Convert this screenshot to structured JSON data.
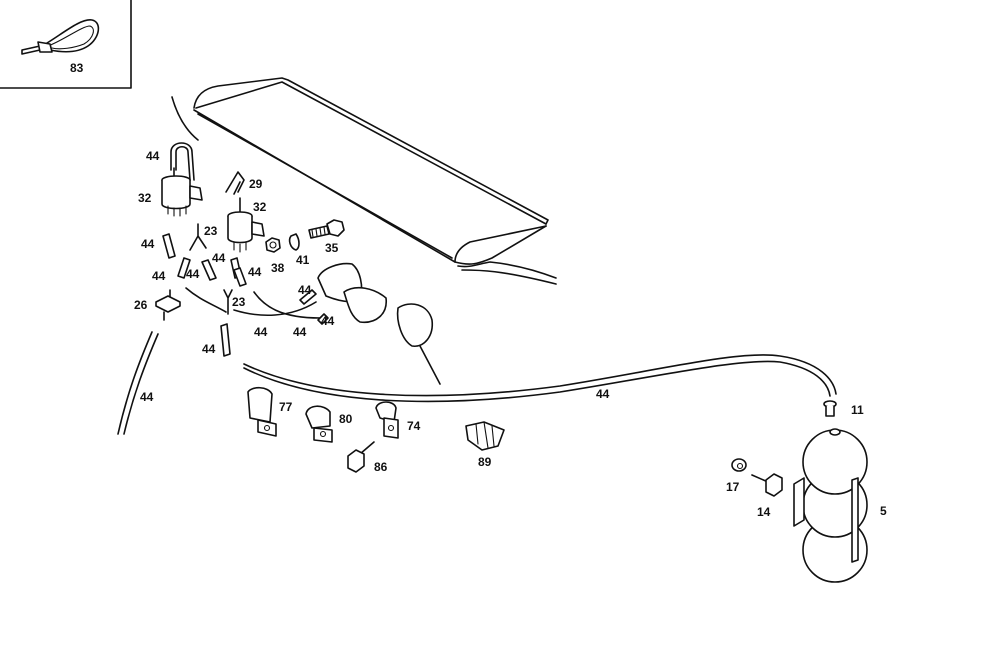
{
  "diagram": {
    "type": "exploded parts diagram",
    "inset": {
      "part_number": "83",
      "part_icon": "cable-tie-icon"
    },
    "labels": [
      {
        "id": "l44a",
        "text": "44"
      },
      {
        "id": "l32a",
        "text": "32"
      },
      {
        "id": "l29",
        "text": "29"
      },
      {
        "id": "l32b",
        "text": "32"
      },
      {
        "id": "l23a",
        "text": "23"
      },
      {
        "id": "l44b",
        "text": "44"
      },
      {
        "id": "l44c",
        "text": "44"
      },
      {
        "id": "l44d",
        "text": "44"
      },
      {
        "id": "l44e",
        "text": "44"
      },
      {
        "id": "l44f",
        "text": "44"
      },
      {
        "id": "l38",
        "text": "38"
      },
      {
        "id": "l41",
        "text": "41"
      },
      {
        "id": "l35",
        "text": "35"
      },
      {
        "id": "l26",
        "text": "26"
      },
      {
        "id": "l23b",
        "text": "23"
      },
      {
        "id": "l44g",
        "text": "44"
      },
      {
        "id": "l44h",
        "text": "44"
      },
      {
        "id": "l44i",
        "text": "44"
      },
      {
        "id": "l44j",
        "text": "44"
      },
      {
        "id": "l44k",
        "text": "44"
      },
      {
        "id": "l44l",
        "text": "44"
      },
      {
        "id": "l44m",
        "text": "44"
      },
      {
        "id": "l77",
        "text": "77"
      },
      {
        "id": "l80",
        "text": "80"
      },
      {
        "id": "l74",
        "text": "74"
      },
      {
        "id": "l86",
        "text": "86"
      },
      {
        "id": "l89",
        "text": "89"
      },
      {
        "id": "l11",
        "text": "11"
      },
      {
        "id": "l17",
        "text": "17"
      },
      {
        "id": "l14",
        "text": "14"
      },
      {
        "id": "l5",
        "text": "5"
      }
    ],
    "parts": [
      {
        "number": "5",
        "name": "vacuum reservoir (triple sphere)"
      },
      {
        "number": "11",
        "name": "grommet"
      },
      {
        "number": "14",
        "name": "hex screw"
      },
      {
        "number": "17",
        "name": "washer"
      },
      {
        "number": "23",
        "name": "Y-connector"
      },
      {
        "number": "26",
        "name": "check valve"
      },
      {
        "number": "29",
        "name": "angle connector"
      },
      {
        "number": "32",
        "name": "switchover valve"
      },
      {
        "number": "35",
        "name": "hex bolt"
      },
      {
        "number": "38",
        "name": "hex nut"
      },
      {
        "number": "41",
        "name": "spring washer"
      },
      {
        "number": "44",
        "name": "vacuum hose"
      },
      {
        "number": "74",
        "name": "clip"
      },
      {
        "number": "77",
        "name": "clip"
      },
      {
        "number": "80",
        "name": "clip"
      },
      {
        "number": "83",
        "name": "cable tie"
      },
      {
        "number": "86",
        "name": "tapping screw"
      },
      {
        "number": "89",
        "name": "hose connector block"
      }
    ]
  }
}
